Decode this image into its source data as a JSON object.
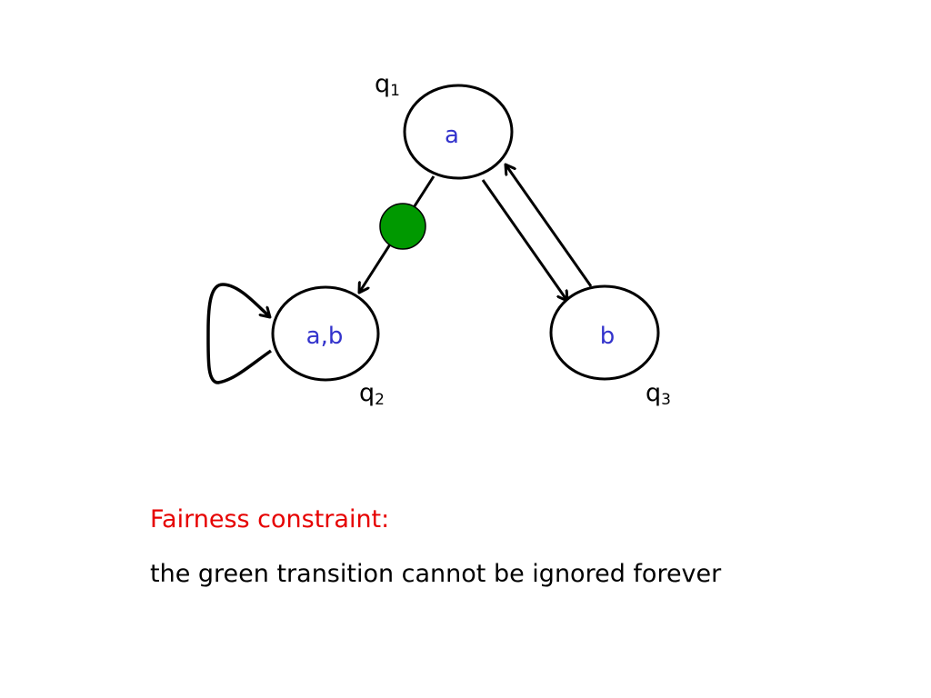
{
  "states": [
    {
      "id": "q1",
      "name": "q",
      "sub": "1",
      "label": "a"
    },
    {
      "id": "q2",
      "name": "q",
      "sub": "2",
      "label": "a,b"
    },
    {
      "id": "q3",
      "name": "q",
      "sub": "3",
      "label": "b"
    }
  ],
  "transitions": [
    {
      "from": "q1",
      "to": "q2",
      "fair": true
    },
    {
      "from": "q1",
      "to": "q3",
      "fair": false
    },
    {
      "from": "q3",
      "to": "q1",
      "fair": false
    },
    {
      "from": "q2",
      "to": "q2",
      "fair": false
    }
  ],
  "colors": {
    "state_label": "#3333cc",
    "fair_marker": "#009900",
    "caption_title": "#e60000",
    "caption_body": "#000000"
  },
  "caption": {
    "title": "Fairness constraint:",
    "body": "the green transition cannot be ignored forever"
  }
}
